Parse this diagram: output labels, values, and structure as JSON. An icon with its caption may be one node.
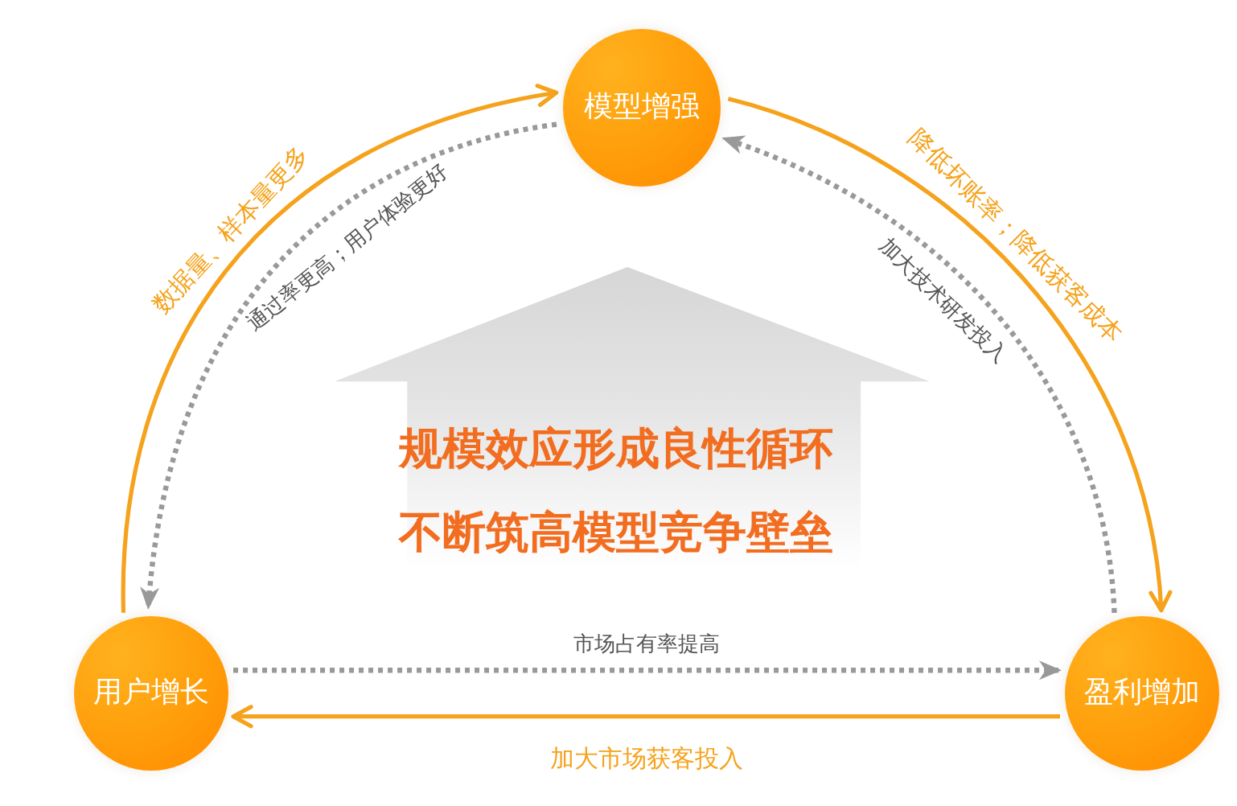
{
  "diagram": {
    "nodes": [
      {
        "text": [
          "模型增强"
        ]
      },
      {
        "text": [
          "规模效应形成良性循环",
          "不断筑高模型竞争壁垒"
        ]
      },
      {
        "text": [
          "用户增长"
        ]
      },
      {
        "text": [
          "盈利增加"
        ]
      }
    ],
    "edges": [
      {
        "from": 2,
        "to": 0,
        "arrow": "to",
        "label": "数据量、样本量更多"
      },
      {
        "from": 0,
        "to": 2,
        "arrow": "to",
        "label": "通过率更高；用户体验更好",
        "style": "dashed",
        "color": "#999999"
      },
      {
        "from": 0,
        "to": 3,
        "arrow": "to",
        "label": "降低坏账率；降低获客成本"
      },
      {
        "from": 3,
        "to": 0,
        "arrow": "to",
        "label": "加大技术研发投入",
        "style": "dashed",
        "color": "#999999"
      },
      {
        "from": 2,
        "to": 3,
        "arrow": "to",
        "label": "市场占有率提高",
        "style": "dashed",
        "color": "#999999"
      },
      {
        "from": 3,
        "to": 2,
        "arrow": "to",
        "label": "加大市场获客投入"
      }
    ]
  }
}
